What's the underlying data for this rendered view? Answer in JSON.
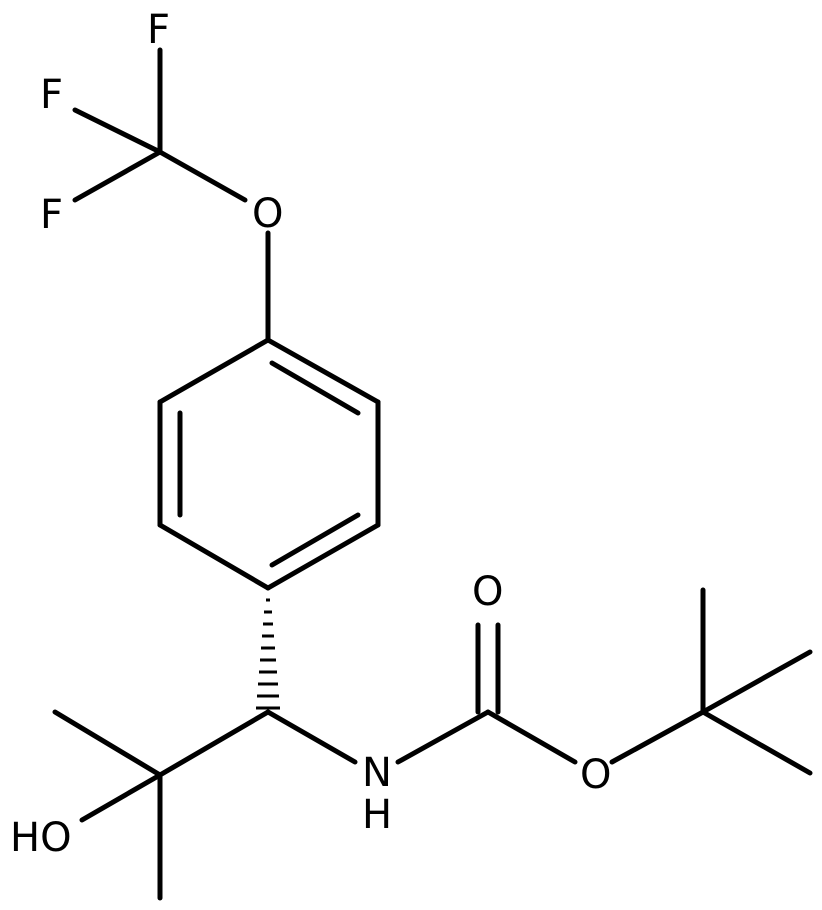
{
  "atoms": {
    "f_top": "F",
    "f_mid": "F",
    "f_low": "F",
    "o_ether": "O",
    "o_carbonyl": "O",
    "o_ester": "O",
    "n_amine": "N",
    "h_amine": "H",
    "hydroxyl": "HO"
  },
  "colors": {
    "ink": "#000000",
    "background": "#ffffff"
  }
}
